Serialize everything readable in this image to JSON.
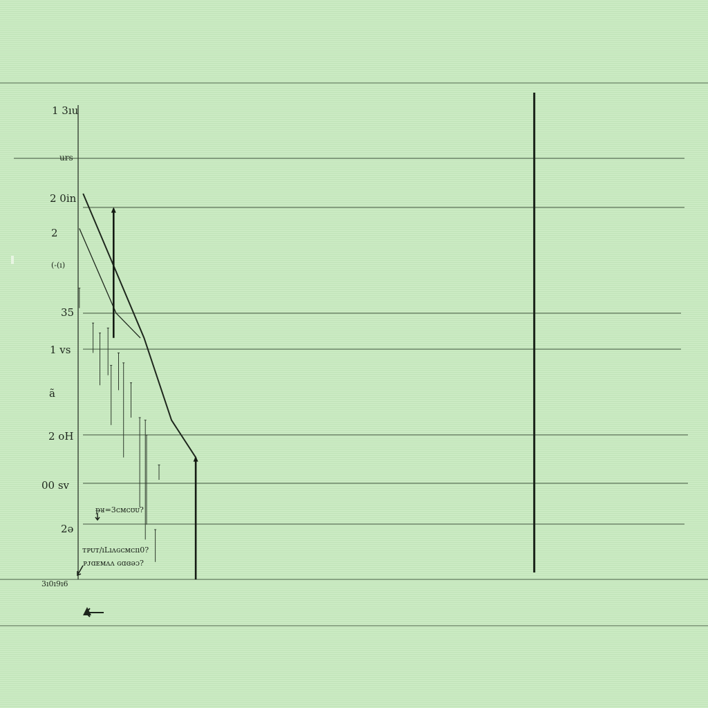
{
  "chart_data": {
    "type": "line",
    "title": "",
    "xlabel": "",
    "ylabel": "",
    "y_tick_labels": [
      "1 3ıu",
      "urs",
      "2 0in",
      "2",
      "(-(ı)",
      "35",
      "1 vs",
      "ã",
      "2 oH",
      "00 sv",
      "2ə"
    ],
    "corner_label": "3ı0ı9ı6",
    "annotations": [
      "ᵽᴚ=3ᴄᴍᴄʊᴜ?",
      "ᴛᴘᴜᴛ/ıLıᴧɢᴄᴍᴄɪı0?",
      "ᴘᴊɑᴇᴍᴧᴧ ɢɑɞəɔ?"
    ],
    "grid": true,
    "series": [
      {
        "x": [
          0.8,
          5.2,
          10.6,
          15.0,
          18.9
        ],
        "y": [
          7.75,
          6.45,
          4.85,
          3.2,
          2.45
        ]
      },
      {
        "x": [
          0.2,
          6.1,
          10.0
        ],
        "y": [
          7.05,
          5.35,
          4.85
        ]
      }
    ],
    "error_bars": [
      {
        "x": 0.2,
        "low": 5.45,
        "high": 5.85
      },
      {
        "x": 2.4,
        "low": 4.55,
        "high": 5.15
      },
      {
        "x": 3.5,
        "low": 3.9,
        "high": 4.95
      },
      {
        "x": 4.8,
        "low": 4.1,
        "high": 5.05
      },
      {
        "x": 5.3,
        "low": 3.1,
        "high": 4.3
      },
      {
        "x": 6.5,
        "low": 3.8,
        "high": 4.55
      },
      {
        "x": 7.3,
        "low": 2.45,
        "high": 4.35
      },
      {
        "x": 8.5,
        "low": 3.25,
        "high": 3.95
      },
      {
        "x": 9.9,
        "low": 1.45,
        "high": 3.25
      },
      {
        "x": 10.8,
        "low": 0.8,
        "high": 3.2
      },
      {
        "x": 11.0,
        "low": 1.1,
        "high": 2.9
      },
      {
        "x": 12.4,
        "low": 0.35,
        "high": 1.0
      },
      {
        "x": 13.0,
        "low": 2.0,
        "high": 2.3
      }
    ],
    "markers": [
      {
        "x": 5.7,
        "low": 4.85,
        "high": 7.45
      },
      {
        "x": 18.9,
        "low": 0.0,
        "high": 2.45
      }
    ],
    "vertical_line_x": 73.3
  }
}
